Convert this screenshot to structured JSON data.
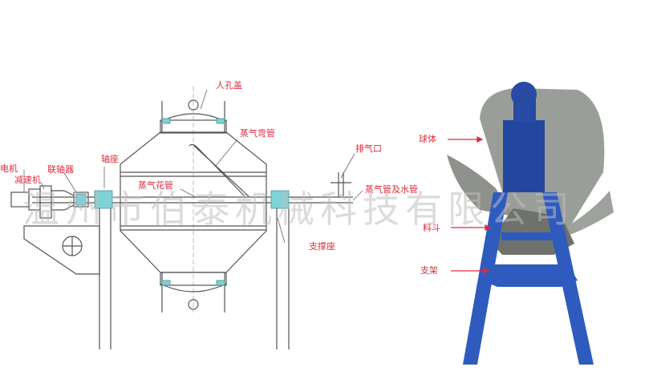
{
  "diagram": {
    "subject": "double-cone rotary vacuum dryer",
    "drawing_labels": {
      "motor": "电机",
      "reducer": "减速机",
      "coupling": "联轴器",
      "bearing_seat": "轴座",
      "manhole_cover": "人孔盖",
      "steam_elbow": "蒸气弯管",
      "steam_sparge_pipe": "蒸气花管",
      "vent": "排气口",
      "steam_water_pipe": "蒸气管及水管",
      "support_seat": "支撑座"
    },
    "photo_labels": {
      "sphere_body": "球体",
      "hopper": "料斗",
      "frame": "支架"
    },
    "watermark": "温州市伯泰机械科技有限公司",
    "colors": {
      "label_red": "#e0283c",
      "bearing_cyan": "#7ed3d6",
      "frame_blue": "#2a56b8",
      "steel_gray": "#8a8e8c",
      "line": "#555555"
    }
  }
}
